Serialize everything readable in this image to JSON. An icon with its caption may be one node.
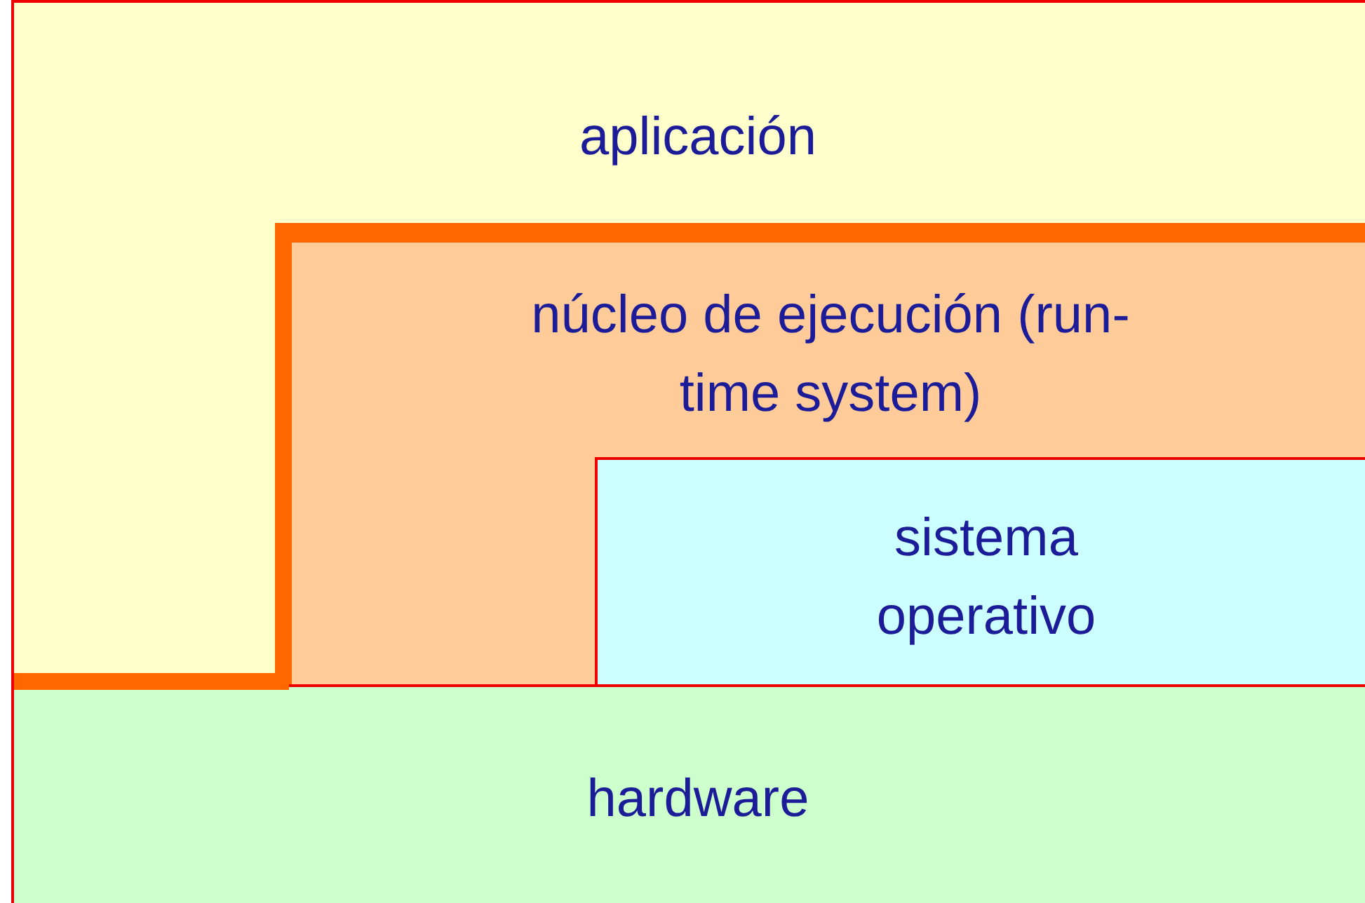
{
  "diagram": {
    "nodes": [
      {
        "text": [
          "aplicación"
        ]
      },
      {
        "text": [
          "núcleo de ejecución (run-time system)"
        ],
        "in": 0
      },
      {
        "text": [
          "sistema operativo"
        ],
        "in": 1
      },
      {
        "text": [
          "hardware"
        ]
      }
    ],
    "edges": []
  }
}
